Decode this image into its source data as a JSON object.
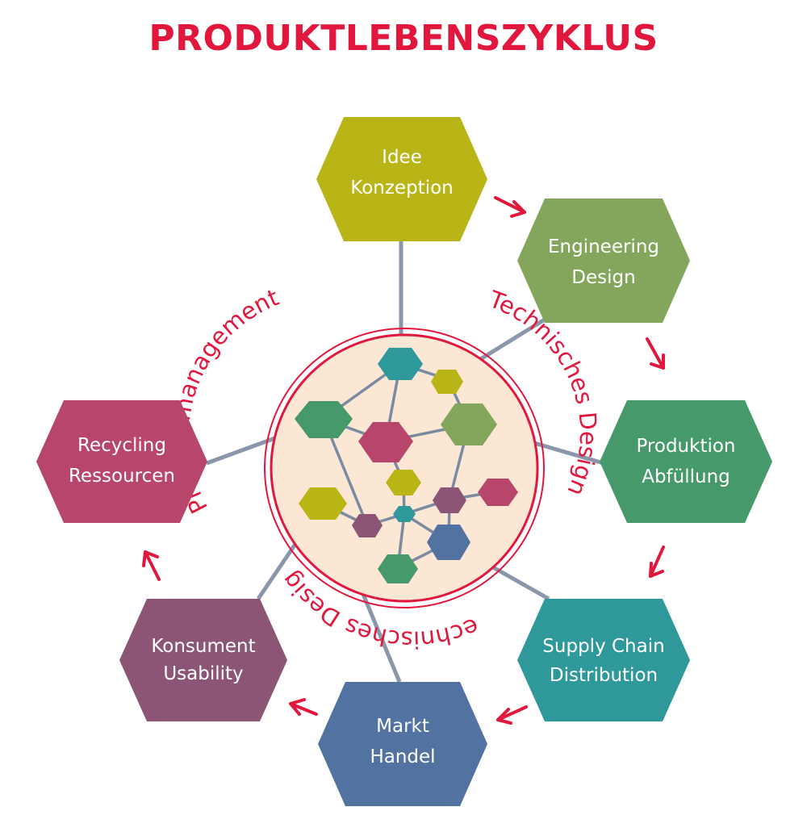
{
  "title": "PRODUKTLEBENSZYKLUS",
  "colors": {
    "accent": "#e2173d",
    "connector": "#8a97ab",
    "circle_fill": "#fbe7d3",
    "ring": "#e2173d"
  },
  "ring_labels": {
    "left": "Produktmanagement",
    "right": "Technisches Design",
    "bottom": "Technisches Design"
  },
  "stages": [
    {
      "line1": "Idee",
      "line2": "Konzeption",
      "color": "#b9b516"
    },
    {
      "line1": "Engineering",
      "line2": "Design",
      "color": "#83a65c"
    },
    {
      "line1": "Produktion",
      "line2": "Abfüllung",
      "color": "#46996b"
    },
    {
      "line1": "Supply Chain",
      "line2": "Distribution",
      "color": "#2e989b"
    },
    {
      "line1": "Markt",
      "line2": "Handel",
      "color": "#5273a1"
    },
    {
      "line1": "Konsument",
      "line2": "Usability",
      "color": "#8c5575"
    },
    {
      "line1": "Recycling",
      "line2": "Ressourcen",
      "color": "#b8466a"
    }
  ]
}
